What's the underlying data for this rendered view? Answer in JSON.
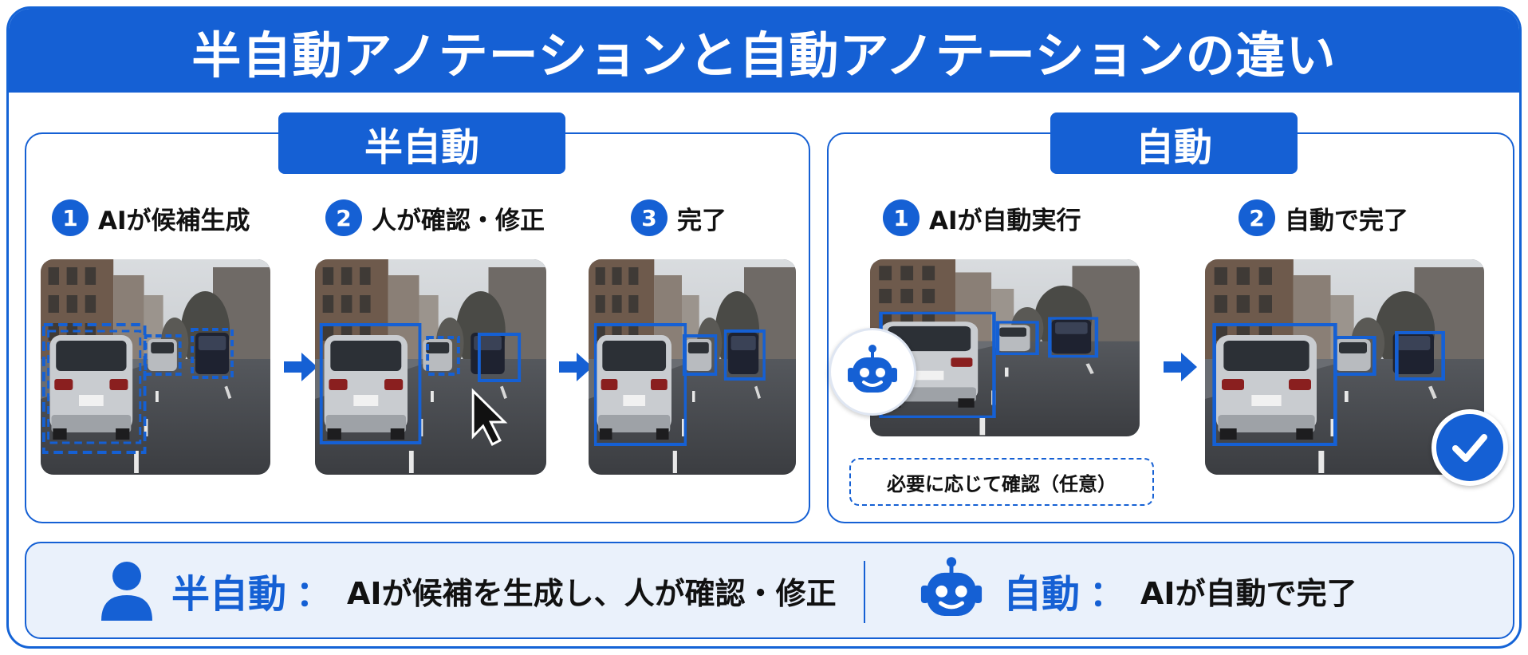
{
  "title": "半自動アノテーションと自動アノテーションの違い",
  "semi_auto": {
    "heading": "半自動",
    "steps": [
      {
        "number": "1",
        "label": "AIが候補生成"
      },
      {
        "number": "2",
        "label": "人が確認・修正"
      },
      {
        "number": "3",
        "label": "完了"
      }
    ]
  },
  "auto": {
    "heading": "自動",
    "steps": [
      {
        "number": "1",
        "label": "AIが自動実行"
      },
      {
        "number": "2",
        "label": "自動で完了"
      }
    ],
    "note": "必要に応じて確認（任意）"
  },
  "summary": {
    "semi_key": "半自動",
    "semi_text": "AIが候補を生成し、人が確認・修正",
    "auto_key": "自動",
    "auto_text": "AIが自動で完了",
    "colon": "："
  },
  "colors": {
    "accent": "#1560d4",
    "summary_bg": "#eaf1fb"
  }
}
